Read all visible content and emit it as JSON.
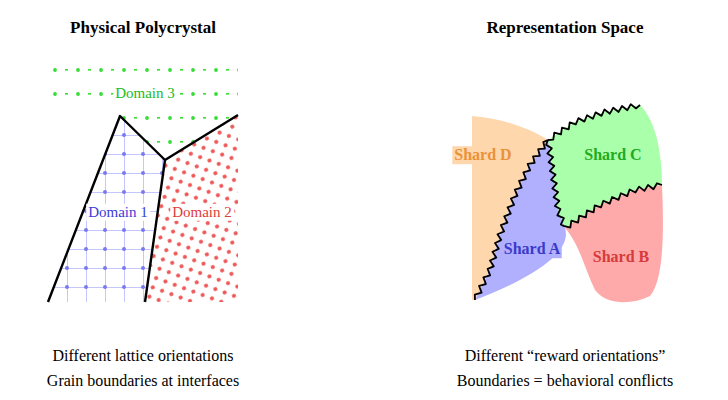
{
  "diagram": {
    "nodes": [
      {
        "text": [
          "Domain 3"
        ]
      },
      {
        "text": [
          "Domain 1"
        ]
      },
      {
        "text": [
          "Domain 2"
        ]
      },
      {
        "text": [
          "Shard D"
        ]
      },
      {
        "text": [
          "Shard C"
        ]
      },
      {
        "text": [
          "Shard A"
        ]
      },
      {
        "text": [
          "Shard B"
        ]
      }
    ],
    "labels": [
      "Physical Polycrystal",
      "Representation Space",
      "Different lattice orientations",
      "Grain boundaries at interfaces",
      "Different “reward orientations”",
      "Boundaries = behavioral conflicts"
    ]
  }
}
